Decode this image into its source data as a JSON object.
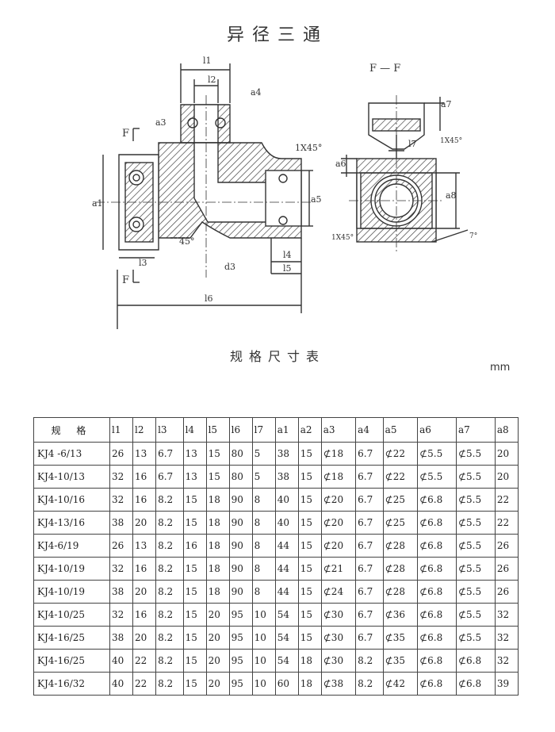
{
  "title": "异径三通",
  "drawing": {
    "section_label": "F — F",
    "side_view_labels": {
      "l1": "l1",
      "l2": "l2",
      "a4": "a4",
      "a3": "a3",
      "a1": "a1",
      "a5": "a5",
      "l3": "l3",
      "l4": "l4",
      "l5": "l5",
      "l6": "l6",
      "d3": "d3",
      "chamfer": "1X45°",
      "angle": "45°",
      "F_top": "F",
      "F_bottom": "F"
    },
    "section_view_labels": {
      "a7": "a7",
      "a6": "a6",
      "a8": "a8",
      "l7": "l7",
      "chamfer_top": "1X45°",
      "chamfer_bottom": "1X45°",
      "angle": "7°"
    }
  },
  "table_title": "规格尺寸表",
  "unit": "mm",
  "table": {
    "headers": [
      "规 格",
      "l1",
      "l2",
      "l3",
      "l4",
      "l5",
      "l6",
      "l7",
      "a1",
      "a2",
      "a3",
      "a4",
      "a5",
      "a6",
      "a7",
      "a8"
    ],
    "rows": [
      [
        "KJ4 -6/13",
        "26",
        "13",
        "6.7",
        "13",
        "15",
        "80",
        "5",
        "38",
        "15",
        "⊄18",
        "6.7",
        "⊄22",
        "⊄5.5",
        "⊄5.5",
        "20"
      ],
      [
        "KJ4-10/13",
        "32",
        "16",
        "6.7",
        "13",
        "15",
        "80",
        "5",
        "38",
        "15",
        "⊄18",
        "6.7",
        "⊄22",
        "⊄5.5",
        "⊄5.5",
        "20"
      ],
      [
        "KJ4-10/16",
        "32",
        "16",
        "8.2",
        "15",
        "18",
        "90",
        "8",
        "40",
        "15",
        "⊄20",
        "6.7",
        "⊄25",
        "⊄6.8",
        "⊄5.5",
        "22"
      ],
      [
        "KJ4-13/16",
        "38",
        "20",
        "8.2",
        "15",
        "18",
        "90",
        "8",
        "40",
        "15",
        "⊄20",
        "6.7",
        "⊄25",
        "⊄6.8",
        "⊄5.5",
        "22"
      ],
      [
        "KJ4-6/19",
        "26",
        "13",
        "8.2",
        "16",
        "18",
        "90",
        "8",
        "44",
        "15",
        "⊄20",
        "6.7",
        "⊄28",
        "⊄6.8",
        "⊄5.5",
        "26"
      ],
      [
        "KJ4-10/19",
        "32",
        "16",
        "8.2",
        "15",
        "18",
        "90",
        "8",
        "44",
        "15",
        "⊄21",
        "6.7",
        "⊄28",
        "⊄6.8",
        "⊄5.5",
        "26"
      ],
      [
        "KJ4-10/19",
        "38",
        "20",
        "8.2",
        "15",
        "18",
        "90",
        "8",
        "44",
        "15",
        "⊄24",
        "6.7",
        "⊄28",
        "⊄6.8",
        "⊄5.5",
        "26"
      ],
      [
        "KJ4-10/25",
        "32",
        "16",
        "8.2",
        "15",
        "20",
        "95",
        "10",
        "54",
        "15",
        "⊄30",
        "6.7",
        "⊄36",
        "⊄6.8",
        "⊄5.5",
        "32"
      ],
      [
        "KJ4-16/25",
        "38",
        "20",
        "8.2",
        "15",
        "20",
        "95",
        "10",
        "54",
        "15",
        "⊄30",
        "6.7",
        "⊄35",
        "⊄6.8",
        "⊄5.5",
        "32"
      ],
      [
        "KJ4-16/25",
        "40",
        "22",
        "8.2",
        "15",
        "20",
        "95",
        "10",
        "54",
        "18",
        "⊄30",
        "8.2",
        "⊄35",
        "⊄6.8",
        "⊄6.8",
        "32"
      ],
      [
        "KJ4-16/32",
        "40",
        "22",
        "8.2",
        "15",
        "20",
        "95",
        "10",
        "60",
        "18",
        "⊄38",
        "8.2",
        "⊄42",
        "⊄6.8",
        "⊄6.8",
        "39"
      ]
    ]
  }
}
